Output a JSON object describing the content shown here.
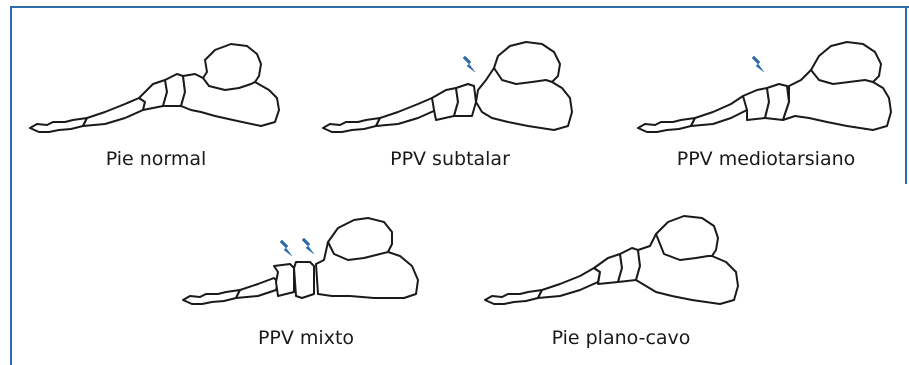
{
  "figure": {
    "panels": [
      {
        "id": "normal",
        "label": "Pie normal",
        "lesion_icons": 0
      },
      {
        "id": "subtalar",
        "label": "PPV subtalar",
        "lesion_icons": 1
      },
      {
        "id": "mediotarsiano",
        "label": "PPV mediotarsiano",
        "lesion_icons": 1
      },
      {
        "id": "mixto",
        "label": "PPV mixto",
        "lesion_icons": 2
      },
      {
        "id": "plano-cavo",
        "label": "Pie plano-cavo",
        "lesion_icons": 0
      }
    ],
    "colors": {
      "frame": "#2e6bab",
      "bolt": "#2e6bab",
      "outline": "#1a1a1a"
    },
    "icon": "lightning-bolt-icon"
  }
}
